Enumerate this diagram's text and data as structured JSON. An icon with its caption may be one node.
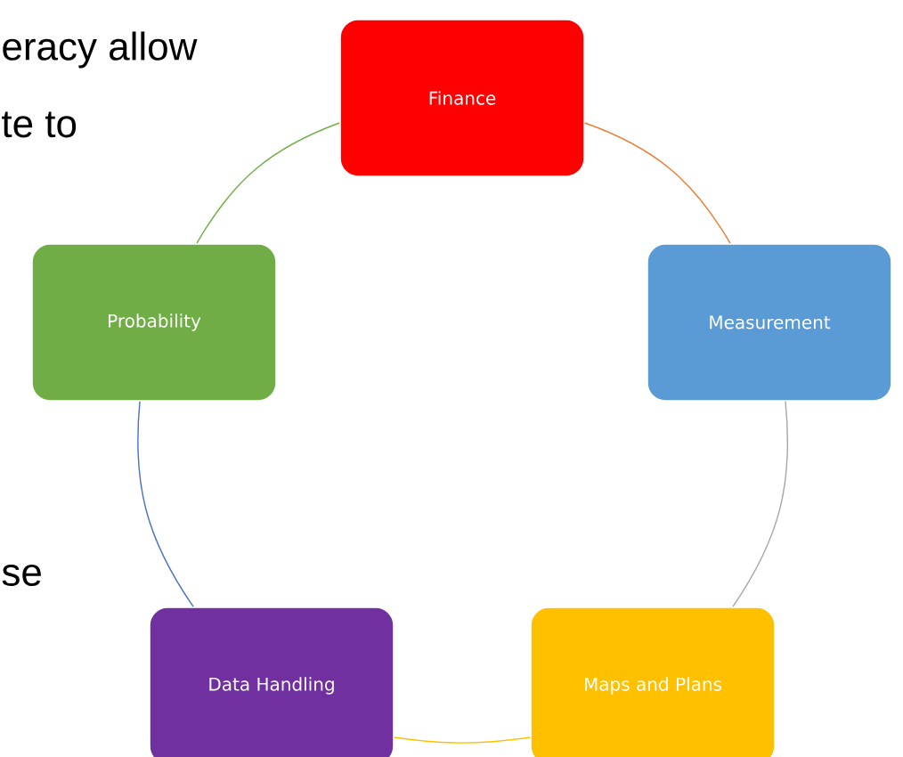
{
  "diagram": {
    "nodes": [
      {
        "text": [
          "Finance"
        ]
      },
      {
        "text": [
          "Measurement"
        ]
      },
      {
        "text": [
          "Maps and Plans"
        ]
      },
      {
        "text": [
          "Data Handling"
        ]
      },
      {
        "text": [
          "Probability"
        ]
      }
    ],
    "edges": [
      {
        "from": 0,
        "to": 1,
        "arrow": "none",
        "color": "#ed7d31"
      },
      {
        "from": 1,
        "to": 2,
        "arrow": "none",
        "color": "#a5a5a5"
      },
      {
        "from": 2,
        "to": 3,
        "arrow": "none",
        "color": "#ffc000"
      },
      {
        "from": 3,
        "to": 4,
        "arrow": "none",
        "color": "#4472c4"
      },
      {
        "from": 4,
        "to": 0,
        "arrow": "none",
        "color": "#70ad47"
      }
    ],
    "labels": [
      "eracy allow",
      "te to",
      "se"
    ]
  }
}
